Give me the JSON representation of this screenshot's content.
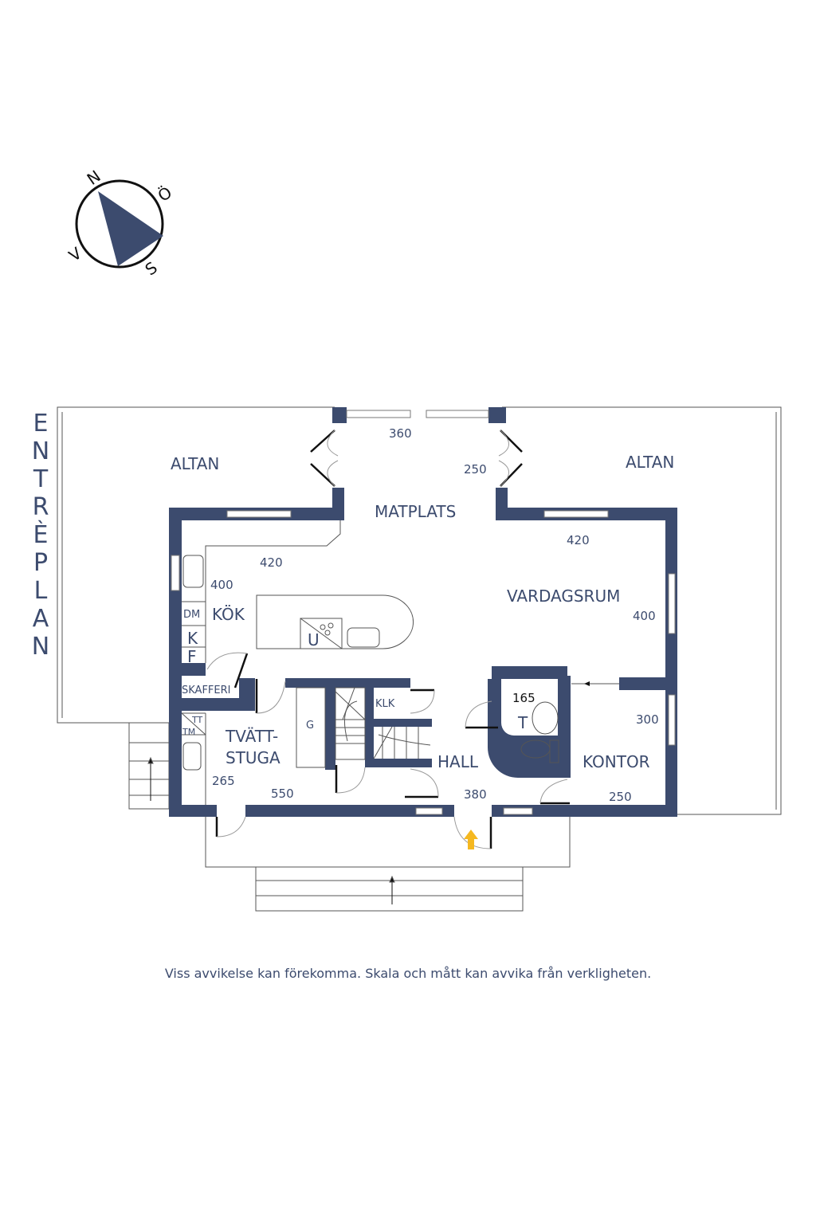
{
  "compass": {
    "north": "N",
    "east": "Ö",
    "south": "S",
    "west": "V"
  },
  "floor_title": [
    "E",
    "N",
    "T",
    "R",
    "È",
    "P",
    "L",
    "A",
    "N"
  ],
  "rooms": {
    "altan_left": "ALTAN",
    "altan_right": "ALTAN",
    "matplats": "MATPLATS",
    "vardagsrum": "VARDAGSRUM",
    "kok": "KÖK",
    "skafferi": "SKAFFERI",
    "tvattstuga_1": "TVÄTT-",
    "tvattstuga_2": "STUGA",
    "hall": "HALL",
    "klk": "KLK",
    "kontor": "KONTOR",
    "toalett": "T",
    "garderob": "G"
  },
  "appliances": {
    "dm": "DM",
    "k": "K",
    "f": "F",
    "u": "U",
    "tt": "TT",
    "tm": "TM"
  },
  "dimensions": {
    "matplats_w": "360",
    "matplats_d": "250",
    "kok_w": "420",
    "kok_d": "400",
    "vardagsrum_w": "420",
    "vardagsrum_d": "400",
    "kontor_d": "300",
    "kontor_w": "250",
    "toalett": "165",
    "tvatt_d": "265",
    "tvatt_w": "550",
    "hall_w": "380"
  },
  "colors": {
    "wall": "#3c4b6e",
    "entrance_arrow": "#f5b820"
  },
  "disclaimer": "Viss avvikelse kan förekomma. Skala och mått kan avvika från verkligheten."
}
